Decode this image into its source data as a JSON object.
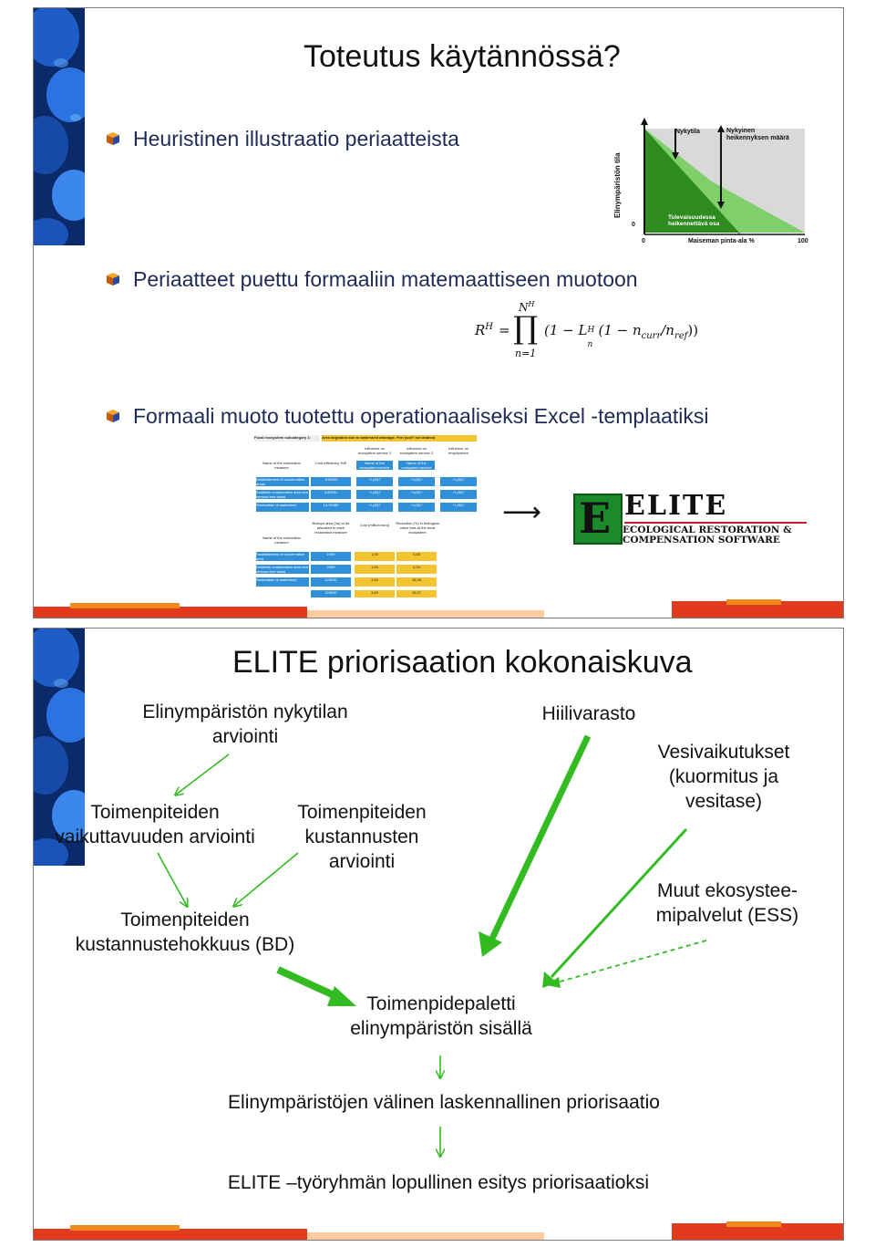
{
  "slide1": {
    "title": "Toteutus käytännössä?",
    "bullets": [
      "Heuristinen illustraatio periaatteista",
      "Periaatteet puettu formaaliin matemaattiseen muotoon",
      "Formaali muoto tuotettu operationaaliseksi Excel -templaatiksi"
    ],
    "graph": {
      "y_label": "Elinympäristön tila",
      "x_label": "Maiseman pinta-ala %",
      "x_start": "0",
      "x_end": "100",
      "y_zero": "0",
      "label_current": "Nykytila",
      "label_loss": "Nykyinen heikennyksen määrä",
      "label_future": "Tulevaisuudessa heikennettävä osa"
    },
    "formula": {
      "lhs": "R",
      "lhs_sup": "H",
      "eq": "=",
      "prod_upper": "N",
      "prod_upper_sup": "H",
      "prod_sym": "∏",
      "prod_lower": "n=1",
      "term_a": "(1 − L",
      "term_a_sup": "H",
      "term_a_sub": "n",
      "term_b": "(1 − n",
      "term_b_sub": "curr",
      "term_c": "/n",
      "term_c_sub": "ref",
      "term_close": "))"
    },
    "excel": {
      "h1": "Focal ecosystem subcategory 1:",
      "h2": "Area degraded due to watershed drainage. Peri (soil? not drained",
      "c_inf1": "Influence on ecosystem service 1",
      "c_inf2": "Influence on ecosystem service 2",
      "c_inf3": "Influence on employment",
      "c_name": "Name of the restoration measure",
      "c_cost": "Cost efficiency %/€",
      "c_es1": "Name of the ecosystem service",
      "c_es2": "Name of the ecosystem service",
      "rows_a": [
        {
          "name": "Establishment of conservation areas",
          "val": "-915403",
          "m": "+/-(8/)?"
        },
        {
          "name": "Establish conservation area and remove tree stand",
          "val": "0,80991",
          "m": "+/-(8/)?"
        },
        {
          "name": "Restoration of watershed",
          "val": "14,90489",
          "m": "+/-(8/)?"
        }
      ],
      "c_name2": "Name of the restoration measure",
      "c_area": "Biotope area (ha) to be allocated to each restoration measure",
      "c_costm": "Cost (million euro)",
      "c_red": "Reduction (%) in biological value loss at the focal ecosystem",
      "rows_b": [
        {
          "name": "Establishment of conservation area",
          "area": "1000",
          "cost": "1,00",
          "red": "0,05"
        },
        {
          "name": "Establish conservation area and remove tree stand",
          "area": "2000",
          "cost": "1,00",
          "red": "0,34"
        },
        {
          "name": "Restoration of watershed",
          "area": "120000",
          "cost": "3,60",
          "red": "18,36"
        },
        {
          "name": "",
          "area": "123000",
          "cost": "3,60",
          "red": "18,37"
        }
      ]
    },
    "arrow": "⟶",
    "logo": {
      "letter": "E",
      "name": "ELITE",
      "line1": "ECOLOGICAL RESTORATION &",
      "line2": "COMPENSATION SOFTWARE"
    }
  },
  "slide2": {
    "title": "ELITE priorisaation kokonaiskuva",
    "nodes": {
      "current_state": "Elinympäristön nykytilan arviointi",
      "effectiveness": "Toimenpiteiden vaikuttavuuden arviointi",
      "costs": "Toimenpiteiden kustannusten arviointi",
      "cost_efficiency": "Toimenpiteiden kustannustehokkuus (BD)",
      "carbon": "Hiilivarasto",
      "water": "Vesivaikutukset (kuormitus ja vesitase)",
      "ess": "Muut ekosystee-mipalvelut (ESS)",
      "palette": "Toimenpidepaletti elinympäristön sisällä",
      "between": "Elinympäristöjen välinen laskennallinen priorisaatio",
      "final": "ELITE –työryhmän lopullinen esitys priorisaatioksi"
    }
  },
  "colors": {
    "title_text": "#000000",
    "bullet_text": "#1f2a55",
    "graph_green_dark": "#2e8b1e",
    "graph_green_light": "#7fd06a",
    "graph_bg": "#d9d9d9",
    "arrow_green": "#33bb22",
    "excel_blue": "#2f8fd8",
    "excel_yellow": "#f4c430",
    "logo_red": "#c8202a",
    "logo_green": "#1a8a2a"
  }
}
